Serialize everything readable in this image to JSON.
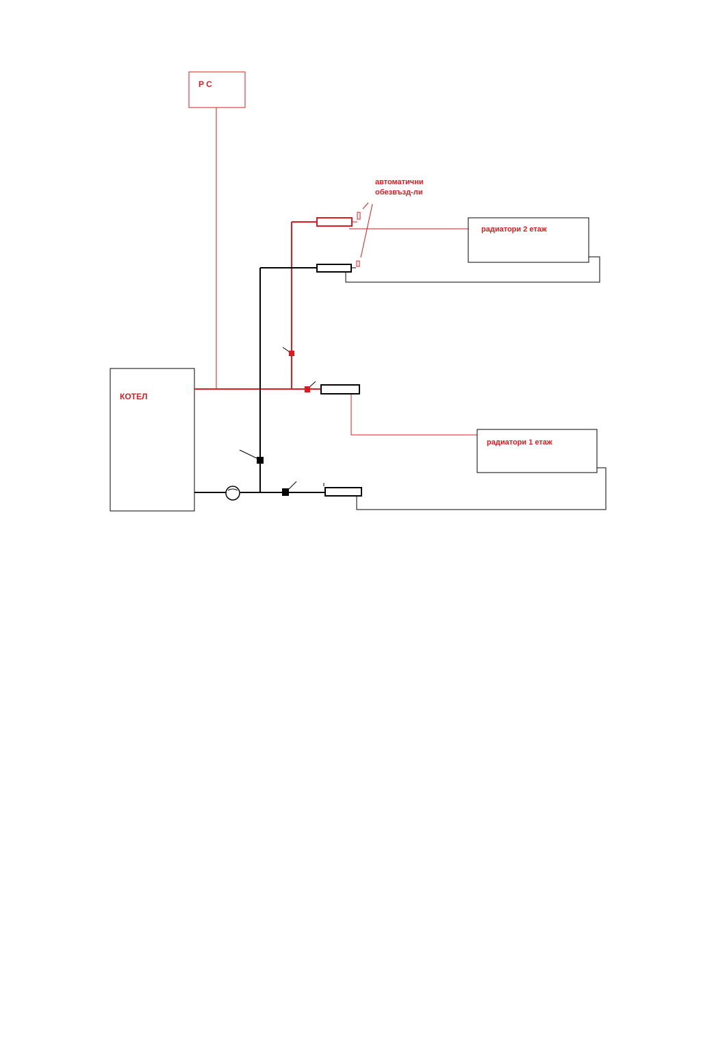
{
  "labels": {
    "pc": "P  C",
    "boiler": "КОТЕЛ",
    "air_vents_line1": "автоматични",
    "air_vents_line2": "обезвъзд-ли",
    "radiators_floor2": "радиатори 2 етаж",
    "radiators_floor1": "радиатори 1 етаж"
  },
  "colors": {
    "supply": "#e0191e",
    "return": "#000000",
    "background": "#ffffff"
  }
}
